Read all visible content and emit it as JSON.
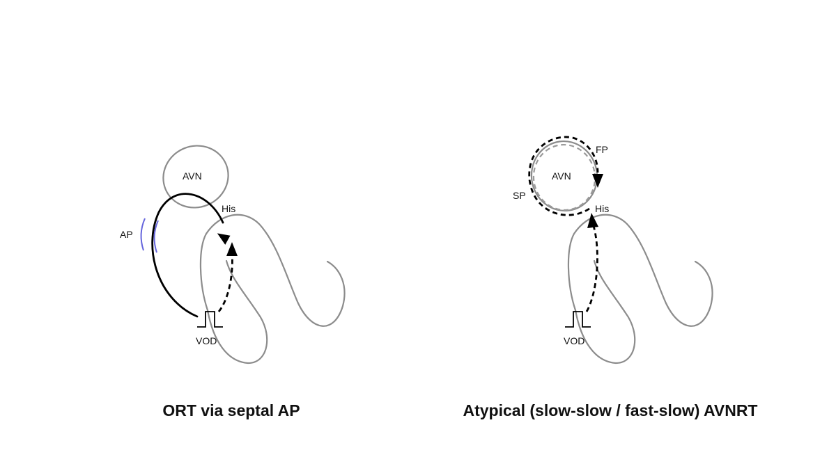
{
  "panels": [
    {
      "caption": "ORT via septal AP",
      "labels": {
        "avn": "AVN",
        "his": "His",
        "ap": "AP",
        "vod": "VOD"
      }
    },
    {
      "caption": "Atypical (slow-slow / fast-slow) AVNRT",
      "labels": {
        "avn": "AVN",
        "fp": "FP",
        "sp": "SP",
        "his": "His",
        "vod": "VOD"
      }
    }
  ],
  "colors": {
    "tissue": "#8c8c8c",
    "conduction": "#000000",
    "block": "#6666dd"
  }
}
